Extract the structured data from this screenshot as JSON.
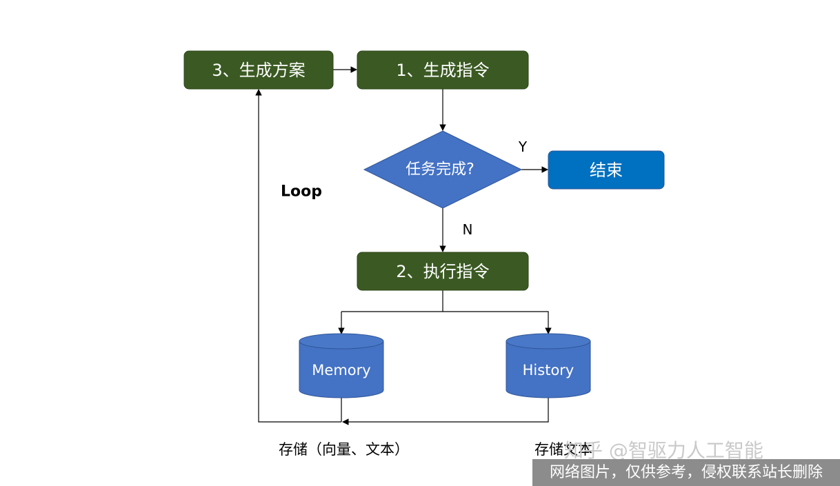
{
  "nodes": {
    "step3": "3、生成方案",
    "step1": "1、生成指令",
    "decision": "任务完成?",
    "end": "结束",
    "step2": "2、执行指令",
    "memory": "Memory",
    "history": "History"
  },
  "labels": {
    "yes": "Y",
    "no": "N",
    "loop": "Loop",
    "memory_caption": "存储（向量、文本）",
    "history_caption": "存储文本"
  },
  "watermark": {
    "line1": "知乎 @智驱力人工智能",
    "line2": "网络图片，仅供参考，侵权联系站长删除"
  },
  "colors": {
    "step_fill": "#3b5a23",
    "decision_fill": "#4472c4",
    "end_fill": "#0070c0",
    "db_fill": "#4472c4",
    "line": "#000000"
  }
}
